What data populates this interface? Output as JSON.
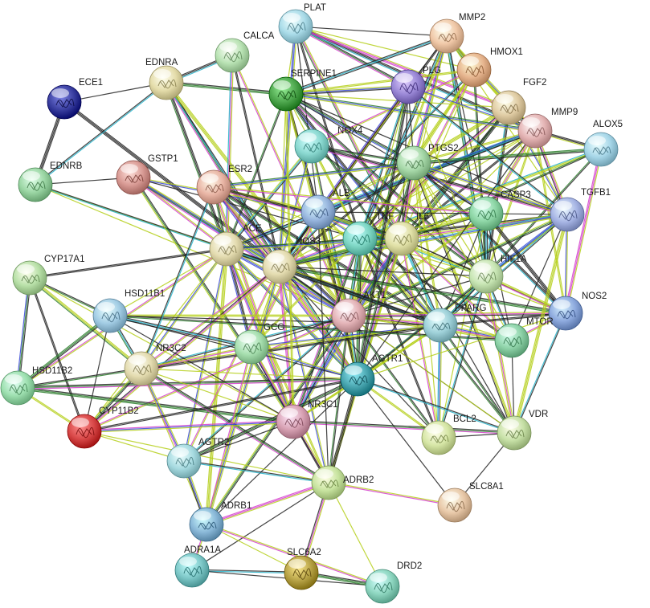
{
  "network": {
    "nodes": [
      {
        "id": "PLAT",
        "label": "PLAT",
        "color": "#a9dbe8"
      },
      {
        "id": "MMP2",
        "label": "MMP2",
        "color": "#f0c8a8"
      },
      {
        "id": "CALCA",
        "label": "CALCA",
        "color": "#b9e3b4"
      },
      {
        "id": "HMOX1",
        "label": "HMOX1",
        "color": "#e6b48e"
      },
      {
        "id": "EDNRA",
        "label": "EDNRA",
        "color": "#e4dcaa"
      },
      {
        "id": "SERPINE1",
        "label": "SERPINE1",
        "color": "#4fa84f"
      },
      {
        "id": "PLG",
        "label": "PLG",
        "color": "#9a88d6"
      },
      {
        "id": "FGF2",
        "label": "FGF2",
        "color": "#e0cca4"
      },
      {
        "id": "ECE1",
        "label": "ECE1",
        "color": "#3a3fa0"
      },
      {
        "id": "MMP9",
        "label": "MMP9",
        "color": "#e4b4b4"
      },
      {
        "id": "ALOX5",
        "label": "ALOX5",
        "color": "#a6d6e8"
      },
      {
        "id": "NOX4",
        "label": "NOX4",
        "color": "#8ad8d0"
      },
      {
        "id": "PTGS2",
        "label": "PTGS2",
        "color": "#a6d8a8"
      },
      {
        "id": "GSTP1",
        "label": "GSTP1",
        "color": "#d89a94"
      },
      {
        "id": "EDNRB",
        "label": "EDNRB",
        "color": "#9bd6a4"
      },
      {
        "id": "ESR2",
        "label": "ESR2",
        "color": "#e8b4a4"
      },
      {
        "id": "TGFB1",
        "label": "TGFB1",
        "color": "#a6b4e4"
      },
      {
        "id": "ALB",
        "label": "ALB",
        "color": "#9ab8e0"
      },
      {
        "id": "CASP3",
        "label": "CASP3",
        "color": "#8ed6a6"
      },
      {
        "id": "TNF",
        "label": "TNF",
        "color": "#7ed6c4"
      },
      {
        "id": "IL6",
        "label": "IL6",
        "color": "#e0e0a6"
      },
      {
        "id": "ACE",
        "label": "ACE",
        "color": "#e4dcb0"
      },
      {
        "id": "NOS3",
        "label": "NOS3",
        "color": "#e4dcb0"
      },
      {
        "id": "HIF1A",
        "label": "HIF1A",
        "color": "#c8e6b4"
      },
      {
        "id": "CYP17A1",
        "label": "CYP17A1",
        "color": "#b8e0a8"
      },
      {
        "id": "HSD11B1",
        "label": "HSD11B1",
        "color": "#a2cce4"
      },
      {
        "id": "NOS2",
        "label": "NOS2",
        "color": "#8eaade"
      },
      {
        "id": "AKT1",
        "label": "AKT1",
        "color": "#e4b4b8"
      },
      {
        "id": "PPARG",
        "label": "PPARG",
        "color": "#9ed0d8"
      },
      {
        "id": "MTOR",
        "label": "MTOR",
        "color": "#8ed2a8"
      },
      {
        "id": "GCG",
        "label": "GCG",
        "color": "#a6deae"
      },
      {
        "id": "NR3C2",
        "label": "NR3C2",
        "color": "#e4dcb0"
      },
      {
        "id": "HSD11B2",
        "label": "HSD11B2",
        "color": "#9ee0b0"
      },
      {
        "id": "AGTR1",
        "label": "AGTR1",
        "color": "#4aa6b0"
      },
      {
        "id": "NR3C1",
        "label": "NR3C1",
        "color": "#d8a2b4"
      },
      {
        "id": "CYP11B2",
        "label": "CYP11B2",
        "color": "#d84848"
      },
      {
        "id": "VDR",
        "label": "VDR",
        "color": "#c6e0a6"
      },
      {
        "id": "BCL2",
        "label": "BCL2",
        "color": "#d6e6a6"
      },
      {
        "id": "AGTR2",
        "label": "AGTR2",
        "color": "#a6dae0"
      },
      {
        "id": "ADRB2",
        "label": "ADRB2",
        "color": "#c8e4a0"
      },
      {
        "id": "SLC8A1",
        "label": "SLC8A1",
        "color": "#e8c8a8"
      },
      {
        "id": "ADRB1",
        "label": "ADRB1",
        "color": "#8ab8d8"
      },
      {
        "id": "ADRA1A",
        "label": "ADRA1A",
        "color": "#7ec8c8"
      },
      {
        "id": "SLC6A2",
        "label": "SLC6A2",
        "color": "#b8a448"
      },
      {
        "id": "DRD2",
        "label": "DRD2",
        "color": "#8ed6c0"
      }
    ],
    "edges": [
      [
        "ECE1",
        "EDNRB"
      ],
      [
        "ECE1",
        "EDNRA"
      ],
      [
        "ECE1",
        "NOS3"
      ],
      [
        "EDNRB",
        "EDNRA"
      ],
      [
        "EDNRB",
        "NOS3"
      ],
      [
        "EDNRB",
        "ACE"
      ],
      [
        "EDNRB",
        "AKT1"
      ],
      [
        "EDNRB",
        "GSTP1"
      ],
      [
        "EDNRA",
        "CALCA"
      ],
      [
        "EDNRA",
        "ACE"
      ],
      [
        "EDNRA",
        "NOS3"
      ],
      [
        "EDNRA",
        "AGTR1"
      ],
      [
        "EDNRA",
        "SERPINE1"
      ],
      [
        "EDNRA",
        "AKT1"
      ],
      [
        "CALCA",
        "NOS3"
      ],
      [
        "CALCA",
        "ACE"
      ],
      [
        "CALCA",
        "AKT1"
      ],
      [
        "PLAT",
        "SERPINE1"
      ],
      [
        "PLAT",
        "PLG"
      ],
      [
        "PLAT",
        "MMP2"
      ],
      [
        "PLAT",
        "MMP9"
      ],
      [
        "PLAT",
        "TNF"
      ],
      [
        "PLAT",
        "IL6"
      ],
      [
        "PLAT",
        "ALB"
      ],
      [
        "PLAT",
        "HMOX1"
      ],
      [
        "PLAT",
        "FGF2"
      ],
      [
        "PLAT",
        "NOS3"
      ],
      [
        "MMP2",
        "MMP9"
      ],
      [
        "MMP2",
        "SERPINE1"
      ],
      [
        "MMP2",
        "PLG"
      ],
      [
        "MMP2",
        "TNF"
      ],
      [
        "MMP2",
        "IL6"
      ],
      [
        "MMP2",
        "PTGS2"
      ],
      [
        "MMP2",
        "AKT1"
      ],
      [
        "MMP2",
        "HMOX1"
      ],
      [
        "MMP2",
        "FGF2"
      ],
      [
        "MMP2",
        "TGFB1"
      ],
      [
        "MMP2",
        "CASP3"
      ],
      [
        "MMP2",
        "HIF1A"
      ],
      [
        "MMP2",
        "NOS3"
      ],
      [
        "HMOX1",
        "MMP9"
      ],
      [
        "HMOX1",
        "NOS3"
      ],
      [
        "HMOX1",
        "TNF"
      ],
      [
        "HMOX1",
        "IL6"
      ],
      [
        "HMOX1",
        "AKT1"
      ],
      [
        "HMOX1",
        "PTGS2"
      ],
      [
        "HMOX1",
        "HIF1A"
      ],
      [
        "HMOX1",
        "NOX4"
      ],
      [
        "HMOX1",
        "SERPINE1"
      ],
      [
        "FGF2",
        "MMP9"
      ],
      [
        "FGF2",
        "AKT1"
      ],
      [
        "FGF2",
        "PTGS2"
      ],
      [
        "FGF2",
        "TNF"
      ],
      [
        "FGF2",
        "IL6"
      ],
      [
        "FGF2",
        "HIF1A"
      ],
      [
        "FGF2",
        "TGFB1"
      ],
      [
        "FGF2",
        "SERPINE1"
      ],
      [
        "MMP9",
        "ALOX5"
      ],
      [
        "MMP9",
        "TNF"
      ],
      [
        "MMP9",
        "IL6"
      ],
      [
        "MMP9",
        "PTGS2"
      ],
      [
        "MMP9",
        "AKT1"
      ],
      [
        "MMP9",
        "SERPINE1"
      ],
      [
        "MMP9",
        "PLG"
      ],
      [
        "MMP9",
        "TGFB1"
      ],
      [
        "MMP9",
        "CASP3"
      ],
      [
        "MMP9",
        "HIF1A"
      ],
      [
        "MMP9",
        "NOS3"
      ],
      [
        "MMP9",
        "ALB"
      ],
      [
        "MMP9",
        "NOS2"
      ],
      [
        "MMP9",
        "ACE"
      ],
      [
        "ALOX5",
        "PTGS2"
      ],
      [
        "ALOX5",
        "TNF"
      ],
      [
        "ALOX5",
        "IL6"
      ],
      [
        "ALOX5",
        "PPARG"
      ],
      [
        "ALOX5",
        "NOS2"
      ],
      [
        "SERPINE1",
        "PLG"
      ],
      [
        "SERPINE1",
        "TNF"
      ],
      [
        "SERPINE1",
        "IL6"
      ],
      [
        "SERPINE1",
        "NOS3"
      ],
      [
        "SERPINE1",
        "AKT1"
      ],
      [
        "SERPINE1",
        "ACE"
      ],
      [
        "SERPINE1",
        "PTGS2"
      ],
      [
        "SERPINE1",
        "TGFB1"
      ],
      [
        "SERPINE1",
        "ALB"
      ],
      [
        "SERPINE1",
        "HIF1A"
      ],
      [
        "SERPINE1",
        "AGTR1"
      ],
      [
        "SERPINE1",
        "PPARG"
      ],
      [
        "SERPINE1",
        "CASP3"
      ],
      [
        "PLG",
        "TNF"
      ],
      [
        "PLG",
        "ALB"
      ],
      [
        "PLG",
        "IL6"
      ],
      [
        "PLG",
        "NOS3"
      ],
      [
        "PLG",
        "AKT1"
      ],
      [
        "PLG",
        "PTGS2"
      ],
      [
        "PLG",
        "TGFB1"
      ],
      [
        "PLG",
        "HIF1A"
      ],
      [
        "NOX4",
        "NOS3"
      ],
      [
        "NOX4",
        "AKT1"
      ],
      [
        "NOX4",
        "TNF"
      ],
      [
        "NOX4",
        "AGTR1"
      ],
      [
        "NOX4",
        "HIF1A"
      ],
      [
        "NOX4",
        "PTGS2"
      ],
      [
        "NOX4",
        "TGFB1"
      ],
      [
        "NOX4",
        "ACE"
      ],
      [
        "PTGS2",
        "TNF"
      ],
      [
        "PTGS2",
        "IL6"
      ],
      [
        "PTGS2",
        "AKT1"
      ],
      [
        "PTGS2",
        "NOS3"
      ],
      [
        "PTGS2",
        "CASP3"
      ],
      [
        "PTGS2",
        "HIF1A"
      ],
      [
        "PTGS2",
        "NOS2"
      ],
      [
        "PTGS2",
        "PPARG"
      ],
      [
        "PTGS2",
        "ALB"
      ],
      [
        "PTGS2",
        "ESR2"
      ],
      [
        "PTGS2",
        "TGFB1"
      ],
      [
        "PTGS2",
        "ACE"
      ],
      [
        "PTGS2",
        "VDR"
      ],
      [
        "PTGS2",
        "MTOR"
      ],
      [
        "PTGS2",
        "BCL2"
      ],
      [
        "GSTP1",
        "ACE"
      ],
      [
        "GSTP1",
        "AKT1"
      ],
      [
        "GSTP1",
        "NOS3"
      ],
      [
        "GSTP1",
        "TNF"
      ],
      [
        "GSTP1",
        "NR3C1"
      ],
      [
        "GSTP1",
        "ALB"
      ],
      [
        "ESR2",
        "NOS3"
      ],
      [
        "ESR2",
        "AKT1"
      ],
      [
        "ESR2",
        "ALB"
      ],
      [
        "ESR2",
        "TNF"
      ],
      [
        "ESR2",
        "IL6"
      ],
      [
        "ESR2",
        "PPARG"
      ],
      [
        "ESR2",
        "NR3C1"
      ],
      [
        "ESR2",
        "ACE"
      ],
      [
        "ESR2",
        "AGTR1"
      ],
      [
        "TGFB1",
        "TNF"
      ],
      [
        "TGFB1",
        "IL6"
      ],
      [
        "TGFB1",
        "AKT1"
      ],
      [
        "TGFB1",
        "HIF1A"
      ],
      [
        "TGFB1",
        "NOS2"
      ],
      [
        "TGFB1",
        "PPARG"
      ],
      [
        "TGFB1",
        "CASP3"
      ],
      [
        "TGFB1",
        "NOS3"
      ],
      [
        "TGFB1",
        "MTOR"
      ],
      [
        "TGFB1",
        "AGTR1"
      ],
      [
        "ALB",
        "TNF"
      ],
      [
        "ALB",
        "IL6"
      ],
      [
        "ALB",
        "AKT1"
      ],
      [
        "ALB",
        "NOS3"
      ],
      [
        "ALB",
        "ACE"
      ],
      [
        "ALB",
        "CASP3"
      ],
      [
        "ALB",
        "PPARG"
      ],
      [
        "ALB",
        "GCG"
      ],
      [
        "ALB",
        "AGTR1"
      ],
      [
        "ALB",
        "HIF1A"
      ],
      [
        "CASP3",
        "TNF"
      ],
      [
        "CASP3",
        "IL6"
      ],
      [
        "CASP3",
        "AKT1"
      ],
      [
        "CASP3",
        "HIF1A"
      ],
      [
        "CASP3",
        "BCL2"
      ],
      [
        "CASP3",
        "PPARG"
      ],
      [
        "CASP3",
        "NOS3"
      ],
      [
        "CASP3",
        "MTOR"
      ],
      [
        "CASP3",
        "NOS2"
      ],
      [
        "TNF",
        "IL6"
      ],
      [
        "TNF",
        "AKT1"
      ],
      [
        "TNF",
        "NOS3"
      ],
      [
        "TNF",
        "ACE"
      ],
      [
        "TNF",
        "HIF1A"
      ],
      [
        "TNF",
        "PPARG"
      ],
      [
        "TNF",
        "NOS2"
      ],
      [
        "TNF",
        "AGTR1"
      ],
      [
        "TNF",
        "NR3C1"
      ],
      [
        "TNF",
        "MTOR"
      ],
      [
        "TNF",
        "VDR"
      ],
      [
        "TNF",
        "BCL2"
      ],
      [
        "TNF",
        "GCG"
      ],
      [
        "IL6",
        "AKT1"
      ],
      [
        "IL6",
        "NOS3"
      ],
      [
        "IL6",
        "ACE"
      ],
      [
        "IL6",
        "HIF1A"
      ],
      [
        "IL6",
        "PPARG"
      ],
      [
        "IL6",
        "NOS2"
      ],
      [
        "IL6",
        "AGTR1"
      ],
      [
        "IL6",
        "NR3C1"
      ],
      [
        "IL6",
        "MTOR"
      ],
      [
        "IL6",
        "VDR"
      ],
      [
        "IL6",
        "BCL2"
      ],
      [
        "IL6",
        "ADRB2"
      ],
      [
        "ACE",
        "NOS3"
      ],
      [
        "ACE",
        "AKT1"
      ],
      [
        "ACE",
        "AGTR1"
      ],
      [
        "ACE",
        "AGTR2"
      ],
      [
        "ACE",
        "NR3C2"
      ],
      [
        "ACE",
        "HSD11B1"
      ],
      [
        "ACE",
        "CYP11B2"
      ],
      [
        "ACE",
        "ADRB1"
      ],
      [
        "ACE",
        "ADRB2"
      ],
      [
        "ACE",
        "CYP17A1"
      ],
      [
        "ACE",
        "HSD11B2"
      ],
      [
        "ACE",
        "GCG"
      ],
      [
        "ACE",
        "NR3C1"
      ],
      [
        "ACE",
        "PPARG"
      ],
      [
        "NOS3",
        "AKT1"
      ],
      [
        "NOS3",
        "HIF1A"
      ],
      [
        "NOS3",
        "NOS2"
      ],
      [
        "NOS3",
        "PPARG"
      ],
      [
        "NOS3",
        "AGTR1"
      ],
      [
        "NOS3",
        "AGTR2"
      ],
      [
        "NOS3",
        "ADRB2"
      ],
      [
        "NOS3",
        "NR3C2"
      ],
      [
        "NOS3",
        "NR3C1"
      ],
      [
        "NOS3",
        "GCG"
      ],
      [
        "NOS3",
        "MTOR"
      ],
      [
        "NOS3",
        "VDR"
      ],
      [
        "NOS3",
        "BCL2"
      ],
      [
        "NOS3",
        "ADRB1"
      ],
      [
        "NOS3",
        "CYP11B2"
      ],
      [
        "HIF1A",
        "AKT1"
      ],
      [
        "HIF1A",
        "NOS2"
      ],
      [
        "HIF1A",
        "PPARG"
      ],
      [
        "HIF1A",
        "MTOR"
      ],
      [
        "HIF1A",
        "VDR"
      ],
      [
        "HIF1A",
        "BCL2"
      ],
      [
        "HIF1A",
        "AGTR1"
      ],
      [
        "AKT1",
        "PPARG"
      ],
      [
        "AKT1",
        "MTOR"
      ],
      [
        "AKT1",
        "NOS2"
      ],
      [
        "AKT1",
        "AGTR1"
      ],
      [
        "AKT1",
        "NR3C1"
      ],
      [
        "AKT1",
        "GCG"
      ],
      [
        "AKT1",
        "ADRB2"
      ],
      [
        "AKT1",
        "BCL2"
      ],
      [
        "AKT1",
        "HSD11B1"
      ],
      [
        "AKT1",
        "NR3C2"
      ],
      [
        "AKT1",
        "VDR"
      ],
      [
        "AKT1",
        "AGTR2"
      ],
      [
        "AKT1",
        "ADRB1"
      ],
      [
        "AKT1",
        "CYP11B2"
      ],
      [
        "PPARG",
        "MTOR"
      ],
      [
        "PPARG",
        "NOS2"
      ],
      [
        "PPARG",
        "AGTR1"
      ],
      [
        "PPARG",
        "VDR"
      ],
      [
        "PPARG",
        "NR3C1"
      ],
      [
        "PPARG",
        "HSD11B1"
      ],
      [
        "PPARG",
        "GCG"
      ],
      [
        "PPARG",
        "BCL2"
      ],
      [
        "PPARG",
        "NR3C2"
      ],
      [
        "NOS2",
        "MTOR"
      ],
      [
        "NOS2",
        "VDR"
      ],
      [
        "NOS2",
        "AGTR1"
      ],
      [
        "CYP17A1",
        "HSD11B1"
      ],
      [
        "CYP17A1",
        "HSD11B2"
      ],
      [
        "CYP17A1",
        "CYP11B2"
      ],
      [
        "CYP17A1",
        "NR3C2"
      ],
      [
        "CYP17A1",
        "NR3C1"
      ],
      [
        "HSD11B1",
        "HSD11B2"
      ],
      [
        "HSD11B1",
        "NR3C2"
      ],
      [
        "HSD11B1",
        "NR3C1"
      ],
      [
        "HSD11B1",
        "CYP11B2"
      ],
      [
        "HSD11B1",
        "AGTR1"
      ],
      [
        "HSD11B1",
        "GCG"
      ],
      [
        "HSD11B1",
        "MTOR"
      ],
      [
        "HSD11B2",
        "NR3C2"
      ],
      [
        "HSD11B2",
        "NR3C1"
      ],
      [
        "HSD11B2",
        "CYP11B2"
      ],
      [
        "HSD11B2",
        "AGTR1"
      ],
      [
        "NR3C2",
        "NR3C1"
      ],
      [
        "NR3C2",
        "CYP11B2"
      ],
      [
        "NR3C2",
        "AGTR1"
      ],
      [
        "NR3C2",
        "AGTR2"
      ],
      [
        "NR3C2",
        "ADRB2"
      ],
      [
        "NR3C2",
        "ADRB1"
      ],
      [
        "NR3C2",
        "GCG"
      ],
      [
        "NR3C2",
        "ESR2"
      ],
      [
        "GCG",
        "AGTR1"
      ],
      [
        "GCG",
        "NR3C1"
      ],
      [
        "GCG",
        "ADRB2"
      ],
      [
        "GCG",
        "ADRB1"
      ],
      [
        "AGTR1",
        "NR3C1"
      ],
      [
        "AGTR1",
        "AGTR2"
      ],
      [
        "AGTR1",
        "ADRB2"
      ],
      [
        "AGTR1",
        "ADRB1"
      ],
      [
        "AGTR1",
        "CYP11B2"
      ],
      [
        "AGTR1",
        "BCL2"
      ],
      [
        "AGTR1",
        "SLC8A1"
      ],
      [
        "AGTR1",
        "VDR"
      ],
      [
        "NR3C1",
        "CYP11B2"
      ],
      [
        "NR3C1",
        "ADRB2"
      ],
      [
        "NR3C1",
        "AGTR2"
      ],
      [
        "NR3C1",
        "VDR"
      ],
      [
        "CYP11B2",
        "AGTR2"
      ],
      [
        "CYP11B2",
        "ADRB2"
      ],
      [
        "AGTR2",
        "ADRB2"
      ],
      [
        "AGTR2",
        "ADRB1"
      ],
      [
        "ADRB2",
        "ADRB1"
      ],
      [
        "ADRB2",
        "SLC6A2"
      ],
      [
        "ADRB2",
        "DRD2"
      ],
      [
        "ADRB2",
        "SLC8A1"
      ],
      [
        "ADRB2",
        "ADRA1A"
      ],
      [
        "ADRB1",
        "SLC6A2"
      ],
      [
        "ADRB1",
        "DRD2"
      ],
      [
        "ADRB1",
        "ADRA1A"
      ],
      [
        "ADRA1A",
        "SLC6A2"
      ],
      [
        "ADRA1A",
        "DRD2"
      ],
      [
        "SLC6A2",
        "DRD2"
      ],
      [
        "VDR",
        "SLC8A1"
      ],
      [
        "VDR",
        "BCL2"
      ],
      [
        "VDR",
        "MTOR"
      ],
      [
        "ALB",
        "ADRB2"
      ],
      [
        "PTGS2",
        "AGTR1"
      ],
      [
        "PLG",
        "AGTR1"
      ],
      [
        "MMP9",
        "AGTR1"
      ],
      [
        "SERPINE1",
        "NR3C1"
      ],
      [
        "TGFB1",
        "VDR"
      ],
      [
        "ESR2",
        "CASP3"
      ]
    ]
  }
}
